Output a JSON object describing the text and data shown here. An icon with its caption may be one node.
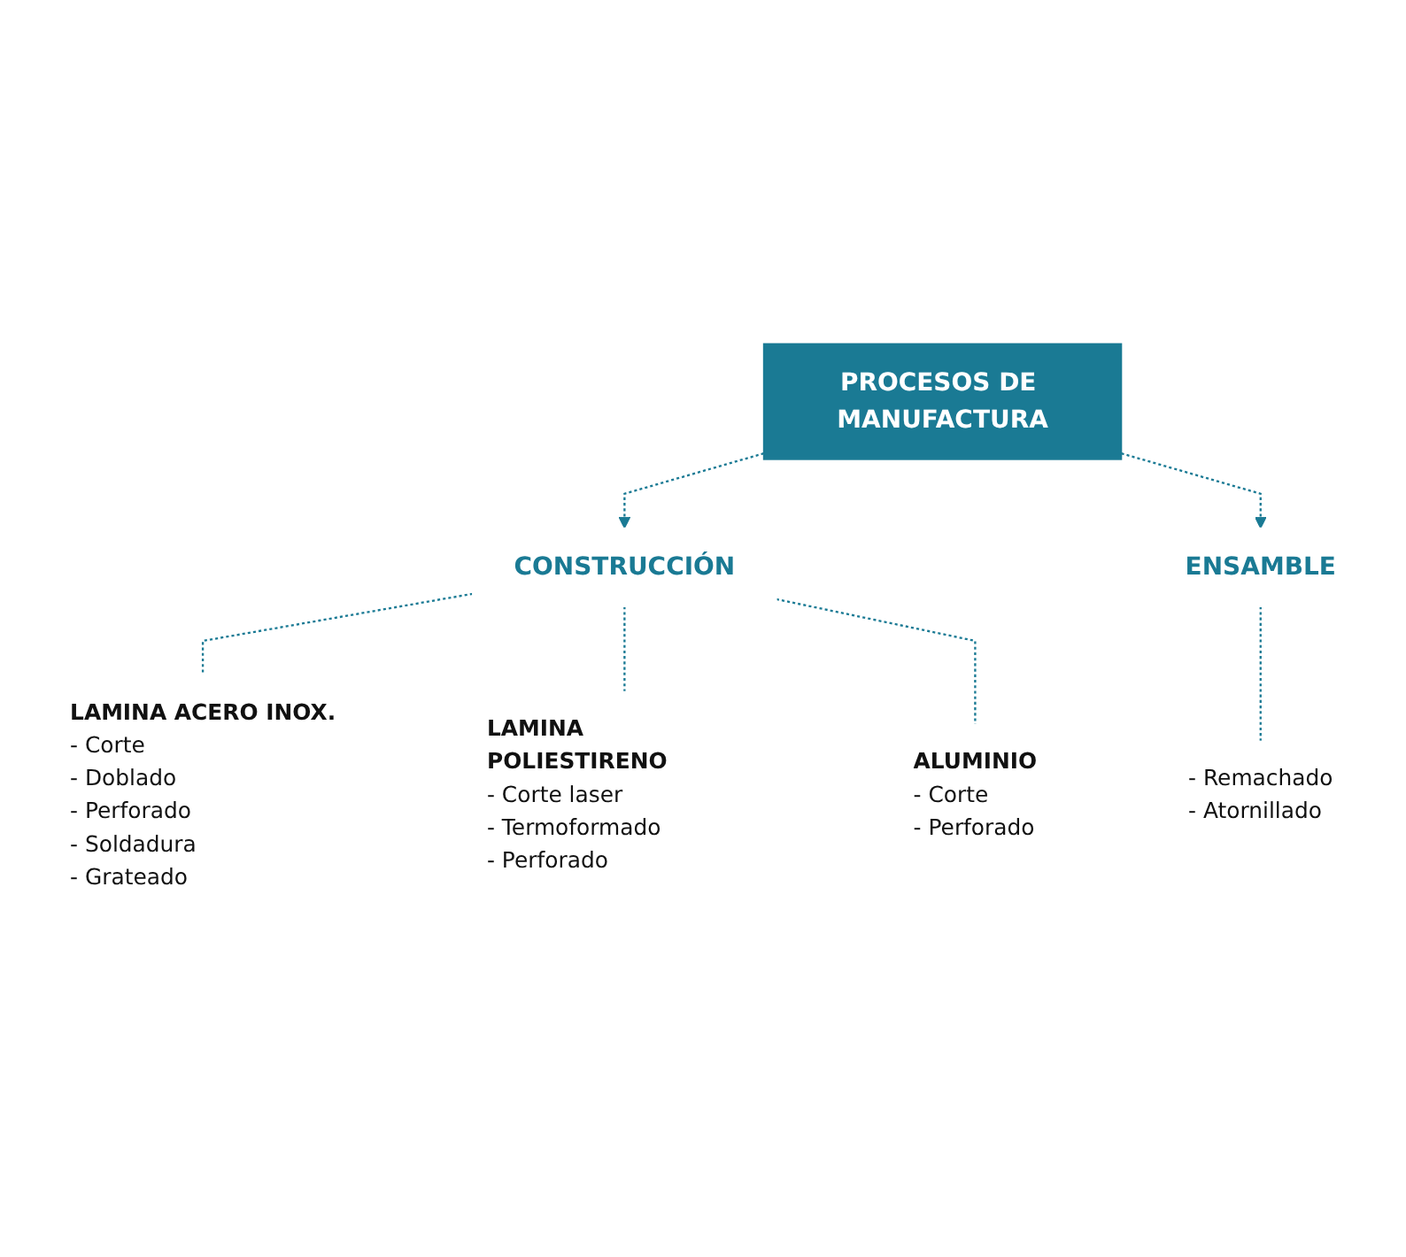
{
  "diagram": {
    "nodes": [
      {
        "text": [
          "PROCESOS DE MANUFACTURA"
        ]
      },
      {
        "text": [
          "CONSTRUCCIÓN"
        ]
      },
      {
        "text": [
          "ENSAMBLE"
        ]
      },
      {
        "text": [
          "LAMINA ACERO INOX.",
          "- Corte",
          "- Doblado",
          "- Perforado",
          "- Soldadura",
          "- Grateado"
        ]
      },
      {
        "text": [
          "LAMINA POLIESTIRENO",
          "- Corte laser",
          "- Termoformado",
          "- Perforado"
        ]
      },
      {
        "text": [
          "ALUMINIO",
          "- Corte",
          "- Perforado"
        ]
      },
      {
        "text": [
          "- Remachado",
          "- Atornillado"
        ]
      }
    ],
    "edges": [
      {
        "from": 0,
        "to": 1,
        "arrow": "to",
        "style": "dashed"
      },
      {
        "from": 0,
        "to": 2,
        "arrow": "to",
        "style": "dashed"
      },
      {
        "from": 1,
        "to": 3,
        "arrow": "none",
        "style": "dashed"
      },
      {
        "from": 1,
        "to": 4,
        "arrow": "none",
        "style": "dashed"
      },
      {
        "from": 1,
        "to": 5,
        "arrow": "none",
        "style": "dashed"
      },
      {
        "from": 2,
        "to": 6,
        "arrow": "none",
        "style": "dashed"
      }
    ]
  }
}
